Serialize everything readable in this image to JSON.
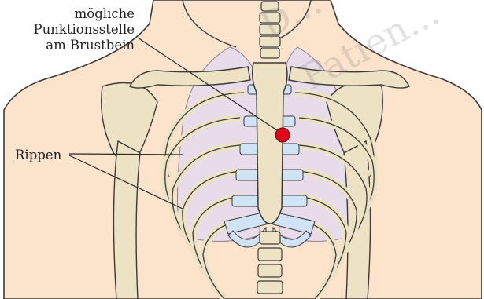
{
  "labels": {
    "puncture_line1": "mögliche",
    "puncture_line2": "Punktionsstelle",
    "puncture_line3": "am Brustbein",
    "ribs": "Rippen"
  },
  "watermark": {
    "line1": "D...",
    "line2": "Patien..."
  },
  "colors": {
    "skin": "#fbe3cc",
    "bone": "#ede3c4",
    "cartilage": "#cfe3f5",
    "lung": "#e8dcea",
    "puncture_point": "#e3001b",
    "outline": "#3a3a3a"
  },
  "icons": {
    "puncture_marker": "red-dot-icon"
  }
}
